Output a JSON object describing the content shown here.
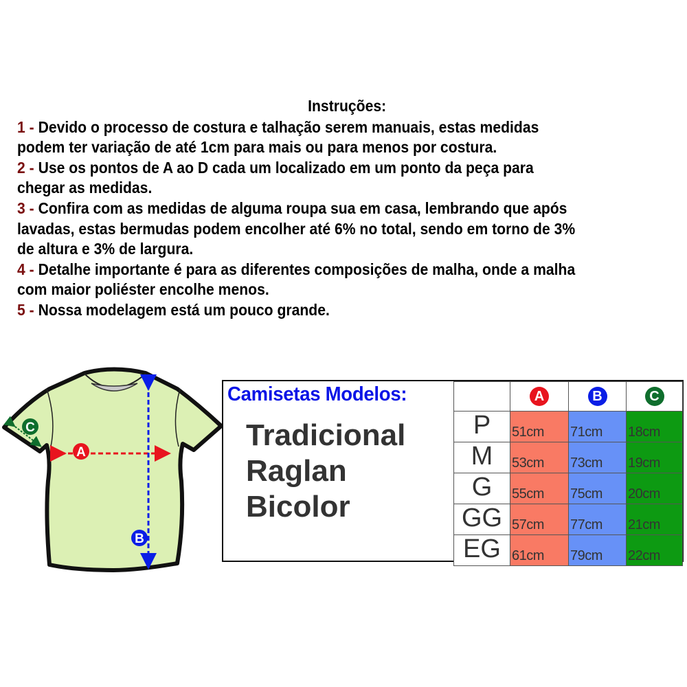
{
  "instructions": {
    "title": "Instruções:",
    "items": [
      {
        "num": "1 -",
        "lines": [
          " Devido o processo de costura e talhação serem manuais, estas medidas",
          "podem ter variação de até 1cm para mais ou para menos por costura."
        ]
      },
      {
        "num": "2 -",
        "lines": [
          " Use os pontos de A ao D cada um localizado em um ponto da peça para",
          "chegar as medidas."
        ]
      },
      {
        "num": "3 -",
        "lines": [
          " Confira com as medidas de alguma roupa sua em casa, lembrando que após",
          "lavadas, estas bermudas podem encolher até 6% no total, sendo em torno de 3%",
          "de altura e 3% de largura."
        ]
      },
      {
        "num": "4 -",
        "lines": [
          " Detalhe importante é para as diferentes composições de malha, onde a malha",
          "com maior poliéster encolhe menos."
        ]
      },
      {
        "num": "5 -",
        "lines": [
          " Nossa modelagem está um pouco grande."
        ]
      }
    ]
  },
  "diagram": {
    "labels": {
      "a": "A",
      "b": "B",
      "c": "C"
    },
    "colors": {
      "shirt": "#dcf0b4",
      "a": "#e8141e",
      "b": "#0a1ee6",
      "c": "#0f6e2d"
    }
  },
  "size_table": {
    "models_title": "Camisetas Modelos:",
    "models": [
      "Tradicional",
      "Raglan",
      "Bicolor"
    ],
    "columns": [
      "A",
      "B",
      "C"
    ],
    "column_colors": {
      "A": "#f97a64",
      "B": "#6791f7",
      "C": "#0d9a12"
    },
    "badge_colors": {
      "A": "#e8141e",
      "B": "#0a1ee6",
      "C": "#0f6e2d"
    },
    "rows": [
      {
        "size": "P",
        "A": "51cm",
        "B": "71cm",
        "C": "18cm"
      },
      {
        "size": "M",
        "A": "53cm",
        "B": "73cm",
        "C": "19cm"
      },
      {
        "size": "G",
        "A": "55cm",
        "B": "75cm",
        "C": "20cm"
      },
      {
        "size": "GG",
        "A": "57cm",
        "B": "77cm",
        "C": "21cm"
      },
      {
        "size": "EG",
        "A": "61cm",
        "B": "79cm",
        "C": "22cm"
      }
    ]
  }
}
